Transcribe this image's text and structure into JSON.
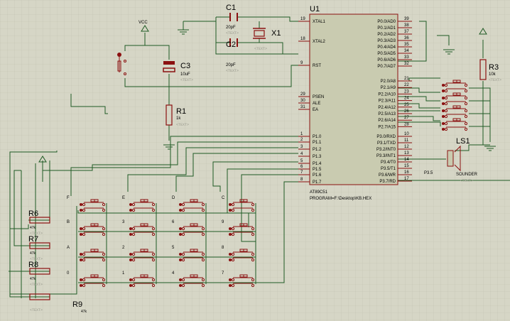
{
  "chip": {
    "ref": "U1",
    "part": "AT89C51",
    "program": "PROGRAM=F:\\Desktop\\KB.HEX",
    "left_pins": [
      {
        "num": "19",
        "name": "XTAL1"
      },
      {
        "num": "18",
        "name": "XTAL2"
      },
      {
        "num": "9",
        "name": "RST"
      },
      {
        "num": "29",
        "name": "PSEN"
      },
      {
        "num": "30",
        "name": "ALE"
      },
      {
        "num": "31",
        "name": "EA"
      },
      {
        "num": "1",
        "name": "P1.0"
      },
      {
        "num": "2",
        "name": "P1.1"
      },
      {
        "num": "3",
        "name": "P1.2"
      },
      {
        "num": "4",
        "name": "P1.3"
      },
      {
        "num": "5",
        "name": "P1.4"
      },
      {
        "num": "6",
        "name": "P1.5"
      },
      {
        "num": "7",
        "name": "P1.6"
      },
      {
        "num": "8",
        "name": "P1.7"
      }
    ],
    "right_pins": [
      {
        "num": "39",
        "name": "P0.0/AD0"
      },
      {
        "num": "38",
        "name": "P0.1/AD1"
      },
      {
        "num": "37",
        "name": "P0.2/AD2"
      },
      {
        "num": "36",
        "name": "P0.3/AD3"
      },
      {
        "num": "35",
        "name": "P0.4/AD4"
      },
      {
        "num": "34",
        "name": "P0.5/AD5"
      },
      {
        "num": "33",
        "name": "P0.6/AD6"
      },
      {
        "num": "32",
        "name": "P0.7/AD7"
      },
      {
        "num": "21",
        "name": "P2.0/A8"
      },
      {
        "num": "22",
        "name": "P2.1/A9"
      },
      {
        "num": "23",
        "name": "P2.2/A10"
      },
      {
        "num": "24",
        "name": "P2.3/A11"
      },
      {
        "num": "25",
        "name": "P2.4/A12"
      },
      {
        "num": "26",
        "name": "P2.5/A13"
      },
      {
        "num": "27",
        "name": "P2.6/A14"
      },
      {
        "num": "28",
        "name": "P2.7/A15"
      },
      {
        "num": "10",
        "name": "P3.0/RXD"
      },
      {
        "num": "11",
        "name": "P3.1/TXD"
      },
      {
        "num": "12",
        "name": "P3.2/INT0"
      },
      {
        "num": "13",
        "name": "P3.3/INT1"
      },
      {
        "num": "14",
        "name": "P3.4/T0"
      },
      {
        "num": "15",
        "name": "P3.5/T1"
      },
      {
        "num": "16",
        "name": "P3.6/WR"
      },
      {
        "num": "17",
        "name": "P3.7/RD"
      }
    ]
  },
  "components": {
    "c1": {
      "ref": "C1",
      "value": "20pF",
      "text": "<TEXT>"
    },
    "c2": {
      "ref": "C2",
      "value": "20pF",
      "text": "<TEXT>"
    },
    "x1": {
      "ref": "X1",
      "text": "<TEXT>"
    },
    "c3": {
      "ref": "C3",
      "value": "10uF",
      "text": "<TEXT>"
    },
    "r1": {
      "ref": "R1",
      "value": "1k",
      "text": "<TEXT>"
    },
    "r3": {
      "ref": "R3",
      "value": "10k",
      "text": "<TEXT>"
    },
    "r6": {
      "ref": "R6",
      "value": "47k",
      "text": "<TEXT>"
    },
    "r7": {
      "ref": "R7",
      "value": "47k",
      "text": "<TEXT>"
    },
    "r8": {
      "ref": "R8",
      "value": "47k",
      "text": "<TEXT>"
    },
    "r9": {
      "ref": "R9",
      "value": "47k",
      "text": "<TEXT>"
    },
    "ls1": {
      "ref": "LS1",
      "value": "SOUNDER",
      "text": "<TEXT>"
    },
    "vcc": {
      "label": "VCC"
    },
    "p35": {
      "label": "P3.5"
    }
  },
  "keypad": {
    "rows": [
      [
        "F",
        "E",
        "D",
        "C"
      ],
      [
        "B",
        "3",
        "6",
        "9"
      ],
      [
        "A",
        "2",
        "5",
        "8"
      ],
      [
        "0",
        "1",
        "4",
        "7"
      ]
    ]
  },
  "colors": {
    "background": "#d6d6c6",
    "grid": "#c4c4b2",
    "wire": "#1f5a24",
    "component": "#8b1010",
    "chip_fill": "#c9cbb0",
    "terminal": "#8b1010"
  }
}
